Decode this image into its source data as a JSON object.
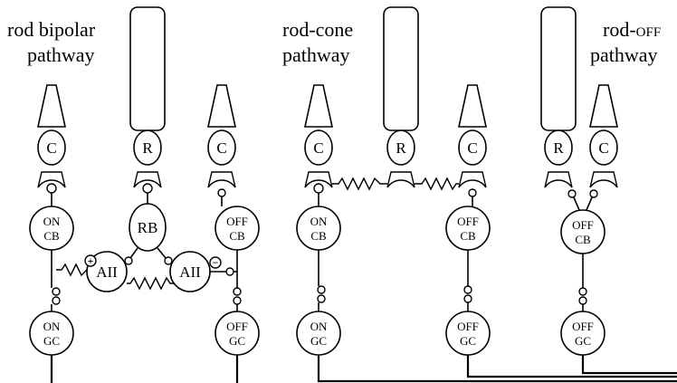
{
  "titles": {
    "rod_bipolar": [
      "rod bipolar",
      "pathway"
    ],
    "rod_cone": [
      "rod-cone",
      "pathway"
    ],
    "rod_off_prefix": "rod-",
    "rod_off_suffix": "OFF",
    "rod_off_line2": "pathway"
  },
  "labels": {
    "cone": "C",
    "rod": "R",
    "rod_bipolar": "RB",
    "aii": "AII",
    "on_cb": [
      "ON",
      "CB"
    ],
    "off_cb": [
      "OFF",
      "CB"
    ],
    "on_gc": [
      "ON",
      "GC"
    ],
    "off_gc": [
      "OFF",
      "GC"
    ],
    "plus": "+",
    "minus": "−"
  }
}
